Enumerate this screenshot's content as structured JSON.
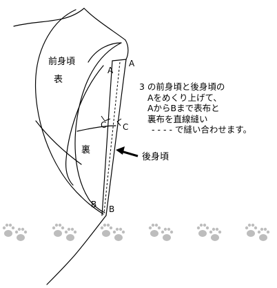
{
  "labels": {
    "front_body": "前身頃",
    "front_side": "表",
    "lining_side": "裏",
    "back_body": "後身頃"
  },
  "points": {
    "a_inner": "A",
    "a_outer": "A",
    "b_inner": "B",
    "b_outer": "B",
    "c_inner": "C",
    "c_outer": "C"
  },
  "instructions": [
    "3 の前身頃と後身頃の",
    "Aをめくり上げて、",
    "AからBまで表布と",
    "裏布を直線縫い",
    "- - - - で縫い合わせます。"
  ],
  "colors": {
    "line": "#000000",
    "paw": "#bdbdbd"
  },
  "icons": [
    "arrow-left-icon",
    "paw-print-icon"
  ]
}
